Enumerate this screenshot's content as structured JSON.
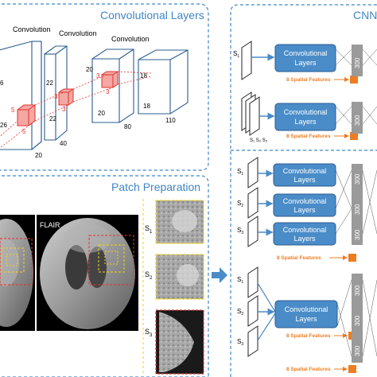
{
  "titles": {
    "conv": "Convolutional Layers",
    "cnn": "CNN",
    "patch": "Patch Preparation"
  },
  "conv_panel": {
    "convolution_label": "Convolution",
    "dims": {
      "d6": "6",
      "d22": "22",
      "d20": "20",
      "d18": "18",
      "d26": "26",
      "d40": "40",
      "d80": "80",
      "d110": "110",
      "k5": "5",
      "k3": "3"
    }
  },
  "patch_panel": {
    "flair_label": "FLAIR",
    "s1": "S",
    "s2": "S",
    "s3": "S",
    "sub1": "1",
    "sub2": "2",
    "sub3": "3"
  },
  "cnn_panel": {
    "block_label_line1": "Convolutional",
    "block_label_line2": "Layers",
    "feature_label": "8 Spatial Features",
    "fc_label": "300",
    "s_letter": "S",
    "stack_caption": "S₁ S₂ S₃"
  },
  "colors": {
    "accent_blue": "#3f86c6",
    "conv_block": "#4a8cc8",
    "red_kernel": "#e5322d",
    "orange_feature": "#ee7d22",
    "fc_gray": "#9a9a9a",
    "yellow_box": "#f2d21a"
  }
}
